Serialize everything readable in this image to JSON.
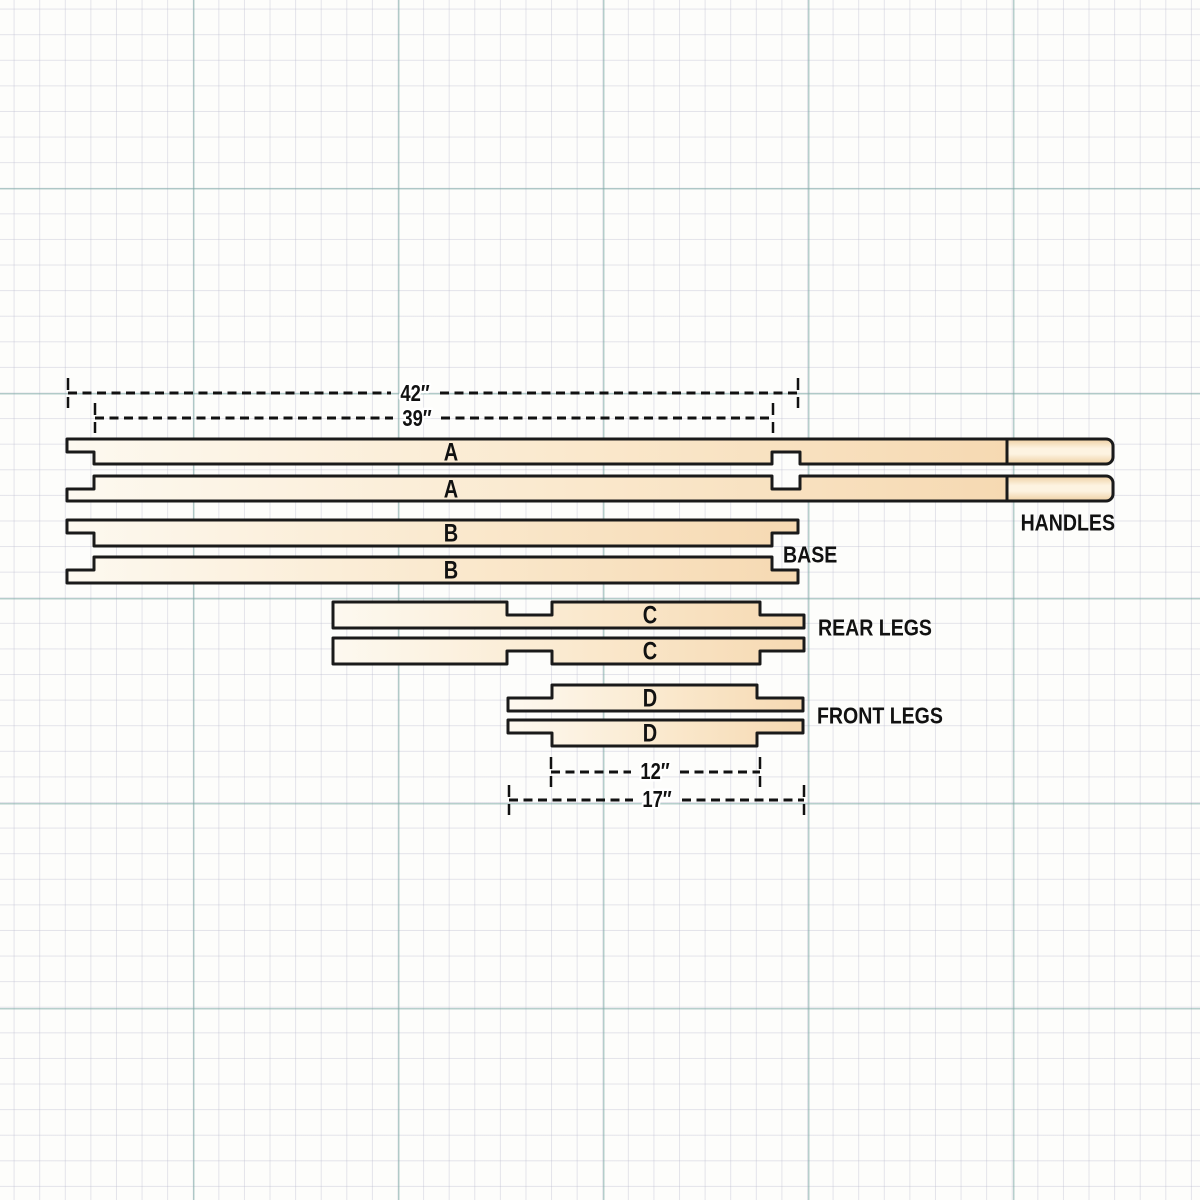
{
  "dims": {
    "d42": {
      "label": "42″"
    },
    "d39": {
      "label": "39″"
    },
    "d12": {
      "label": "12″"
    },
    "d17": {
      "label": "17″"
    }
  },
  "parts": {
    "a1": {
      "label": "A"
    },
    "a2": {
      "label": "A"
    },
    "b1": {
      "label": "B"
    },
    "b2": {
      "label": "B"
    },
    "c1": {
      "label": "C"
    },
    "c2": {
      "label": "C"
    },
    "d1": {
      "label": "D"
    },
    "d2": {
      "label": "D"
    }
  },
  "groups": {
    "handles": {
      "label": "HANDLES"
    },
    "base": {
      "label": "BASE"
    },
    "rear_legs": {
      "label": "REAR LEGS"
    },
    "front_legs": {
      "label": "FRONT LEGS"
    }
  },
  "colors": {
    "wood_light": "#fdf9f0",
    "wood_mid": "#fae8cc",
    "wood_dark": "#f6d9b2",
    "handle_edge": "#eecfa2",
    "handle_highlight": "#fdf3e1",
    "outline": "#1a1a1a",
    "dim_line": "#111111",
    "grid_major": "#b9d4d0",
    "grid_minor": "#dcdce6",
    "background": "#fdfdfb"
  }
}
